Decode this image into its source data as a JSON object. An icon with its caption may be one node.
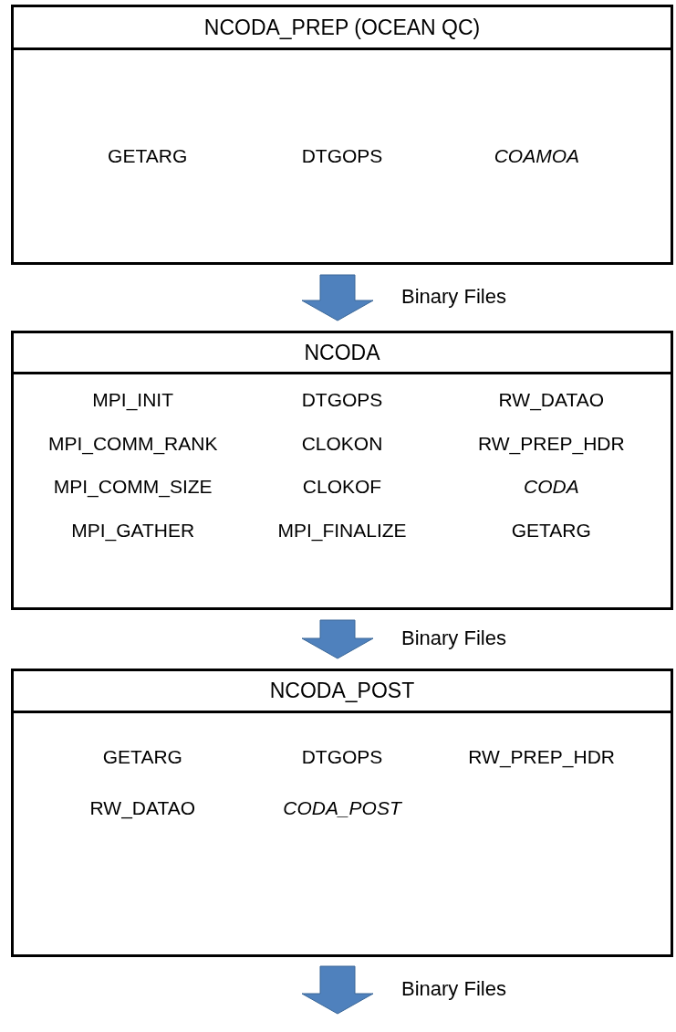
{
  "diagram": {
    "nodes": [
      {
        "text": [
          "NCODA_PREP (OCEAN QC)",
          "GETARG",
          "DTGOPS",
          "*COAMOA*"
        ]
      },
      {
        "text": [
          "NCODA",
          "MPI_INIT",
          "DTGOPS",
          "RW_DATAO",
          "MPI_COMM_RANK",
          "CLOKON",
          "RW_PREP_HDR",
          "MPI_COMM_SIZE",
          "CLOKOF",
          "*CODA*",
          "MPI_GATHER",
          "MPI_FINALIZE",
          "GETARG"
        ]
      },
      {
        "text": [
          "NCODA_POST",
          "GETARG",
          "DTGOPS",
          "RW_PREP_HDR",
          "RW_DATAO",
          "*CODA_POST*"
        ]
      }
    ],
    "edges": [
      {
        "from": 0,
        "to": 1,
        "arrow": "to",
        "label": "Binary Files",
        "style": "thick"
      },
      {
        "from": 1,
        "to": 2,
        "arrow": "to",
        "label": "Binary Files",
        "style": "thick"
      },
      {
        "from": 2,
        "to": null,
        "arrow": "to",
        "label": "Binary Files",
        "style": "thick"
      }
    ]
  }
}
